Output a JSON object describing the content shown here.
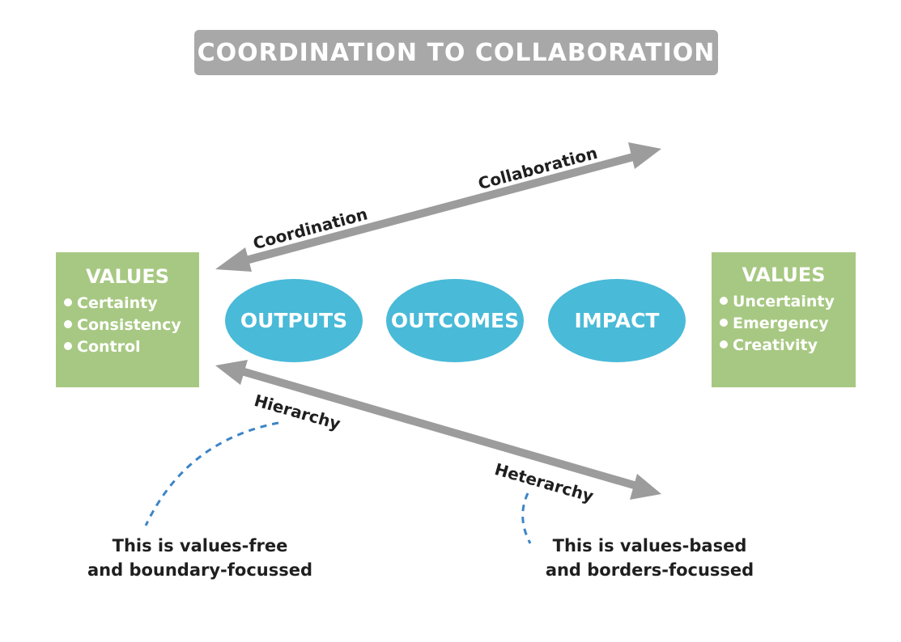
{
  "title": "COORDINATION TO COLLABORATION",
  "left_values": {
    "heading": "VALUES",
    "items": [
      "Certainty",
      "Consistency",
      "Control"
    ]
  },
  "right_values": {
    "heading": "VALUES",
    "items": [
      "Uncertainty",
      "Emergency",
      "Creativity"
    ]
  },
  "stages": [
    "OUTPUTS",
    "OUTCOMES",
    "IMPACT"
  ],
  "upper_arrow": {
    "left_label": "Coordination",
    "right_label": "Collaboration"
  },
  "lower_arrow": {
    "left_label": "Hierarchy",
    "right_label": "Heterarchy"
  },
  "captions": {
    "left": [
      "This is values-free",
      "and boundary-focussed"
    ],
    "right": [
      "This is values-based",
      "and borders-focussed"
    ]
  },
  "colors": {
    "title_bar": "#a8a8a8",
    "values_box": "#a7c882",
    "ellipse": "#49bad8",
    "arrow": "#9c9c9c",
    "dashed_line": "#3d85c6",
    "text_dark": "#1f1f1f",
    "text_light": "#ffffff"
  }
}
